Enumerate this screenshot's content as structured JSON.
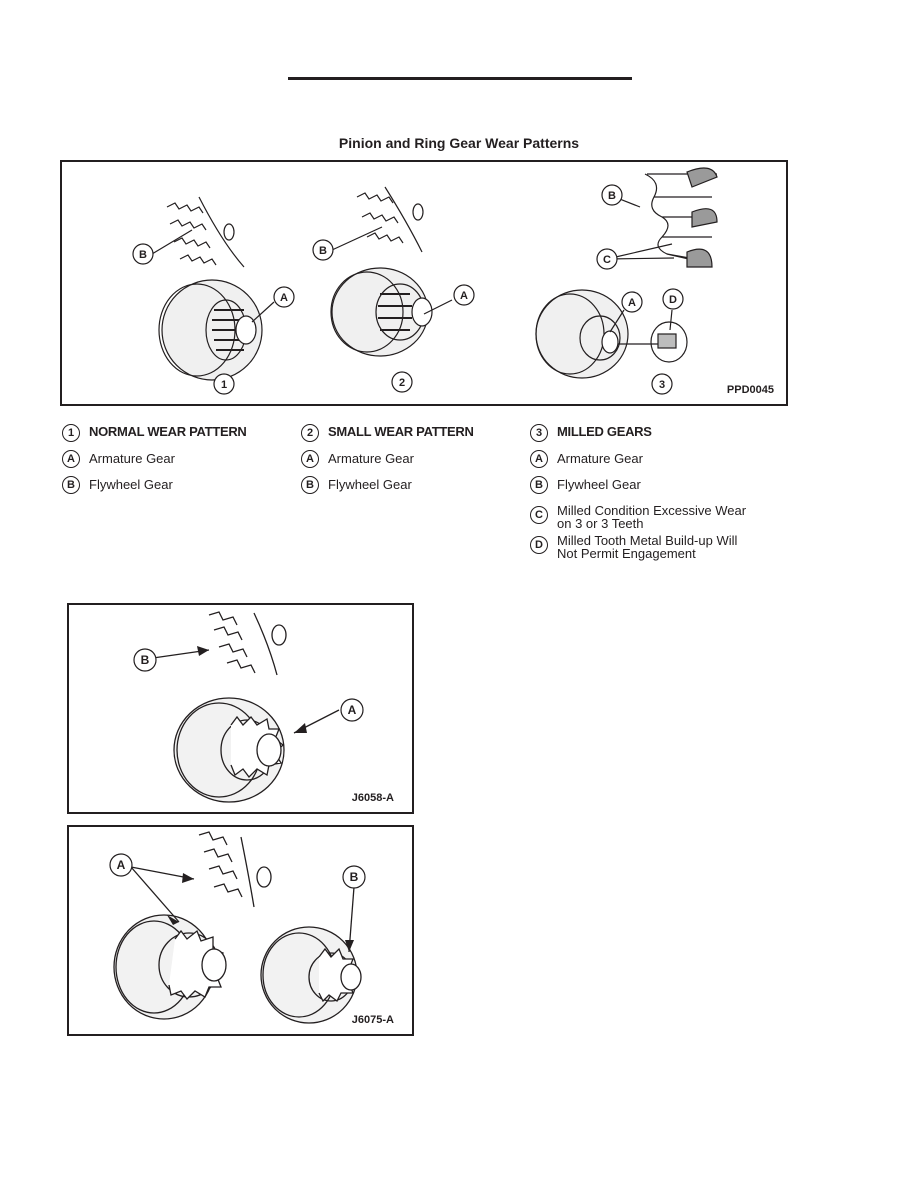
{
  "page": {
    "title": "Pinion and Ring Gear Wear Patterns"
  },
  "figure_top": {
    "code": "PPD0045",
    "panel_numbers": [
      "1",
      "2",
      "3"
    ],
    "callouts": {
      "a": "A",
      "b": "B",
      "c": "C",
      "d": "D"
    }
  },
  "legend": {
    "col1": {
      "num": "1",
      "header": "NORMAL WEAR PATTERN",
      "items": [
        {
          "letter": "A",
          "text": "Armature Gear"
        },
        {
          "letter": "B",
          "text": "Flywheel Gear"
        }
      ]
    },
    "col2": {
      "num": "2",
      "header": "SMALL WEAR PATTERN",
      "items": [
        {
          "letter": "A",
          "text": "Armature Gear"
        },
        {
          "letter": "B",
          "text": "Flywheel Gear"
        }
      ]
    },
    "col3": {
      "num": "3",
      "header": "MILLED GEARS",
      "items": [
        {
          "letter": "A",
          "text": "Armature Gear"
        },
        {
          "letter": "B",
          "text": "Flywheel Gear"
        },
        {
          "letter": "C",
          "line1": "Milled Condition Excessive Wear",
          "line2": "on 3 or 3 Teeth"
        },
        {
          "letter": "D",
          "line1": "Milled Tooth Metal Build-up Will",
          "line2": "Not Permit Engagement"
        }
      ]
    }
  },
  "figure_mid": {
    "code": "J6058-A",
    "callouts": {
      "a": "A",
      "b": "B"
    }
  },
  "figure_bottom": {
    "code": "J6075-A",
    "callouts": {
      "a": "A",
      "b": "B"
    }
  }
}
